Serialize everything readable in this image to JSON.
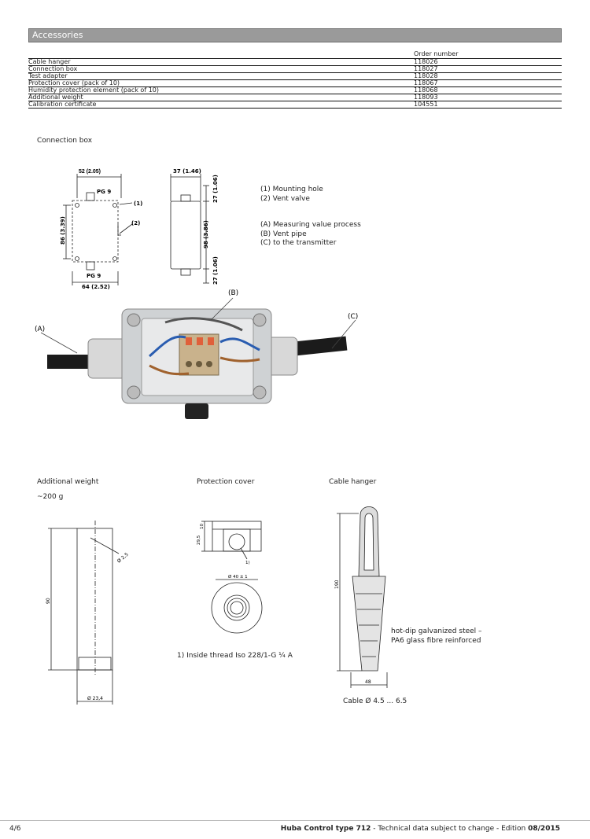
{
  "section_title": "Accessories",
  "table": {
    "column_header": "Order number",
    "rows": [
      {
        "name": "Cable hanger",
        "number": "118026"
      },
      {
        "name": "Connection box",
        "number": "118027"
      },
      {
        "name": "Test adapter",
        "number": "118028"
      },
      {
        "name": "Protection cover (pack of 10)",
        "number": "118067"
      },
      {
        "name": "Humidity protection element (pack of 10)",
        "number": "118068"
      },
      {
        "name": "Additional weight",
        "number": "118093"
      },
      {
        "name": "Calibration certificate",
        "number": "104551"
      }
    ]
  },
  "connection_box": {
    "title": "Connection box",
    "legend": [
      "(1) Mounting hole",
      "(2) Vent valve",
      "(A) Measuring value process",
      "(B) Vent pipe",
      "(C) to the transmitter"
    ],
    "dims": {
      "top_width": "52 (2.05)",
      "pg_top": "PG 9",
      "pg_bottom": "PG 9",
      "height": "86 (3.39)",
      "bottom_width": "64 (2.52)",
      "mark1": "(1)",
      "mark2": "(2)",
      "side_width": "37 (1.46)",
      "side_top": "27 (1.06)",
      "side_mid": "98 (3.86)",
      "side_bot": "27 (1.06)"
    },
    "photo_labels": {
      "a": "(A)",
      "b": "(B)",
      "c": "(C)"
    }
  },
  "additional_weight": {
    "title": "Additional weight",
    "weight": "~200 g",
    "dim_diam_small": "Ø 2,5",
    "dim_height": "90",
    "dim_diam": "Ø 23,4"
  },
  "protection_cover": {
    "title": "Protection cover",
    "dim_top": "10",
    "dim_height": "29,5",
    "marker": "1)",
    "dim_diam": "Ø 40 ± 1",
    "note": "1) Inside thread Iso 228/1-G ¼  A"
  },
  "cable_hanger": {
    "title": "Cable hanger",
    "dim_height": "190",
    "dim_width": "48",
    "material_line1": "hot-dip galvanized steel –",
    "material_line2": "PA6 glass fibre reinforced",
    "cable": "Cable Ø 4.5 ... 6.5"
  },
  "footer": {
    "page": "4/6",
    "product": "Huba Control type 712",
    "text": " - Technical data subject to change - Edition ",
    "edition": "08/2015"
  }
}
